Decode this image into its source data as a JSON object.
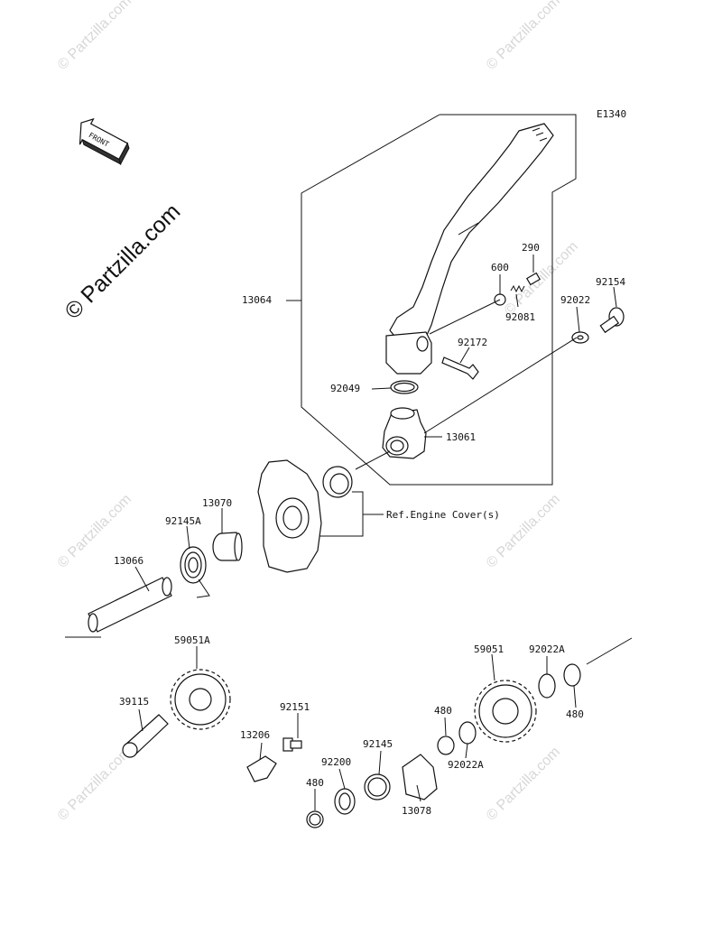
{
  "diagram_code": "E1340",
  "brand": "© Partzilla.com",
  "watermark": "© Partzilla.com",
  "front_label": "FRONT",
  "reference_note": "Ref.Engine Cover(s)",
  "parts": {
    "p13064": "13064",
    "p600": "600",
    "p290": "290",
    "p92081": "92081",
    "p92022": "92022",
    "p92154": "92154",
    "p92172": "92172",
    "p92049": "92049",
    "p13061": "13061",
    "p13070": "13070",
    "p92145A": "92145A",
    "p13066": "13066",
    "p59051A": "59051A",
    "p39115": "39115",
    "p92151": "92151",
    "p13206": "13206",
    "p92200": "92200",
    "p480a": "480",
    "p92145": "92145",
    "p13078": "13078",
    "p480b": "480",
    "p59051": "59051",
    "p92022A_a": "92022A",
    "p92022A_b": "92022A",
    "p480c": "480"
  }
}
